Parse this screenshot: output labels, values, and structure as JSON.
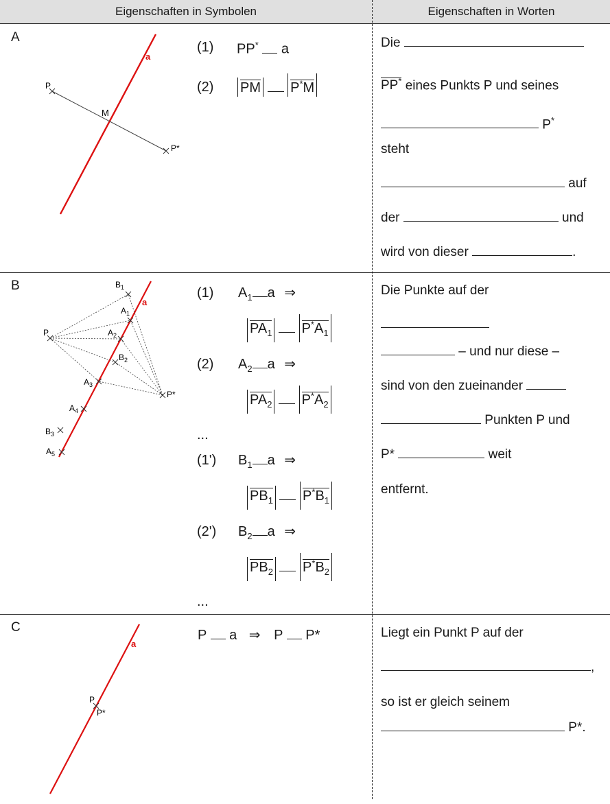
{
  "header": {
    "col_symbols": "Eigenschaften in Symbolen",
    "col_words": "Eigenschaften in Worten"
  },
  "colors": {
    "line": "#dd1111",
    "header_bg": "#e0e0e0"
  },
  "row_a": {
    "label": "A",
    "fig": {
      "line": "a",
      "p": "P",
      "m": "M",
      "pstar": "P*"
    },
    "n1": "(1)",
    "s1_left": "PP",
    "s1_sup": "*",
    "s1_right": "a",
    "n2": "(2)",
    "s2_pm": "PM",
    "s2_p": "P",
    "s2_sup": "*",
    "s2_m": "M",
    "t1": "Die",
    "t2_pp": "PP",
    "t2_sup": "*",
    "t2": "eines Punkts P und seines",
    "t3": "P",
    "t3_sup": "*",
    "t4": "steht",
    "t5": "auf",
    "t6_a": "der",
    "t6_b": "und",
    "t7_a": "wird von dieser",
    "t7_b": "."
  },
  "row_b": {
    "label": "B",
    "fig": {
      "line": "a",
      "p": "P",
      "pstar": "P*",
      "b1": "B",
      "b1s": "1",
      "a1": "A",
      "a1s": "1",
      "a2": "A",
      "a2s": "2",
      "b2": "B",
      "b2s": "2",
      "a3": "A",
      "a3s": "3",
      "a4": "A",
      "a4s": "4",
      "b3": "B",
      "b3s": "3",
      "a5": "A",
      "a5s": "5"
    },
    "n1": "(1)",
    "n2": "(2)",
    "n1p": "(1')",
    "n2p": "(2')",
    "dots1": "...",
    "dots2": "...",
    "arrow": "⇒",
    "A": "A",
    "B": "B",
    "P": "P",
    "a": "a",
    "star": "*",
    "s1": "1",
    "s2": "2",
    "t1": "Die Punkte auf der",
    "t3": "– und nur diese –",
    "t4": "sind von den zueinander",
    "t5": "Punkten P und",
    "t6_a": "P*",
    "t6_b": "weit",
    "t7": "entfernt."
  },
  "row_c": {
    "label": "C",
    "fig": {
      "line": "a",
      "p": "P",
      "pstar": "P*"
    },
    "s_p": "P",
    "s_a": "a",
    "s_arrow": "⇒",
    "s_p2": "P",
    "s_pstar": "P*",
    "t1": "Liegt ein Punkt P auf der",
    "t2": ",",
    "t3": "so ist er gleich seinem",
    "t4": "P*."
  }
}
